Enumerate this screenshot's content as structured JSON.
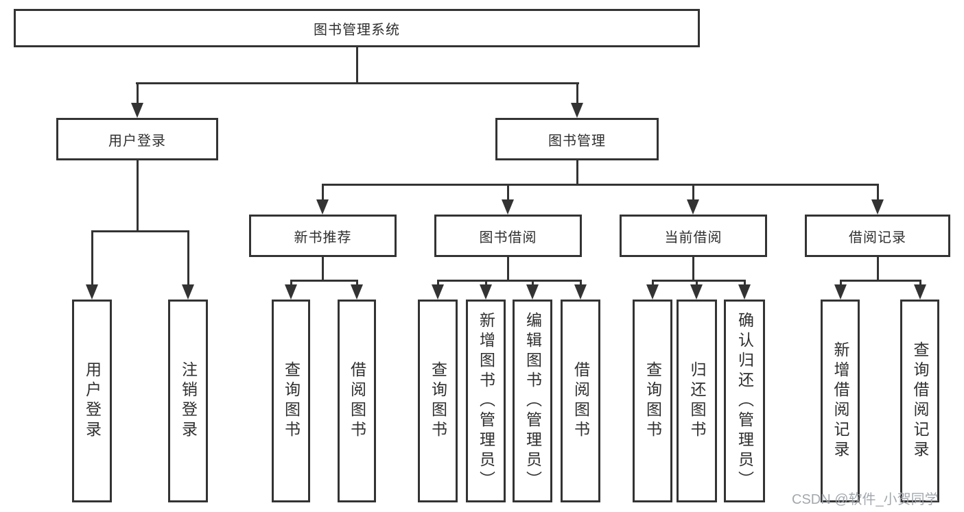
{
  "diagram": {
    "root": {
      "label": "图书管理系统"
    },
    "level2": [
      {
        "label": "用户登录"
      },
      {
        "label": "图书管理"
      }
    ],
    "level3": [
      {
        "label": "新书推荐"
      },
      {
        "label": "图书借阅"
      },
      {
        "label": "当前借阅"
      },
      {
        "label": "借阅记录"
      }
    ],
    "leaves": {
      "user_login": [
        "用户登录",
        "注销登录"
      ],
      "new_book": [
        "查询图书",
        "借阅图书"
      ],
      "book_borrow": [
        "查询图书",
        "新增图书（管理员）",
        "编辑图书（管理员）",
        "借阅图书"
      ],
      "current_borrow": [
        "查询图书",
        "归还图书",
        "确认归还（管理员）"
      ],
      "borrow_records": [
        "新增借阅记录",
        "查询借阅记录"
      ]
    }
  },
  "watermark": "CSDN @软件_小贺同学",
  "colors": {
    "line": "#333333",
    "text": "#2f2f2f",
    "box_background": "#ffffff",
    "watermark": "#9ea3aa",
    "background": "#ffffff"
  }
}
